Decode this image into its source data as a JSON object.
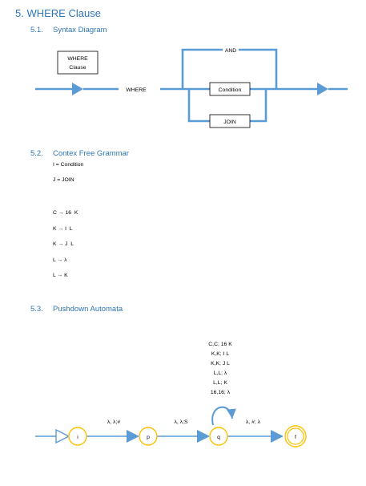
{
  "heading": "5. WHERE Clause",
  "sections": [
    {
      "number": "5.1.",
      "title": "Syntax Diagram"
    },
    {
      "number": "5.2.",
      "title": "Contex Free Grammar"
    },
    {
      "number": "5.3.",
      "title": "Pushdown Automata"
    }
  ],
  "syntax_diagram": {
    "title_box_line1": "WHERE",
    "title_box_line2": "Clause",
    "keyword": "WHERE",
    "and_label": "AND",
    "condition_label": "Condition",
    "join_label": "JOIN",
    "line_color": "#5b9bd5"
  },
  "grammar": {
    "definitions": [
      "I = Condition",
      "J = JOIN"
    ],
    "rules": [
      {
        "lhs": "C",
        "rhs": "16  K"
      },
      {
        "lhs": "K",
        "rhs": "I  L"
      },
      {
        "lhs": "K",
        "rhs": "J  L"
      },
      {
        "lhs": "L",
        "rhs": "λ"
      },
      {
        "lhs": "L",
        "rhs": "K"
      }
    ],
    "arrow": "→"
  },
  "automaton": {
    "states": [
      "i",
      "p",
      "q",
      "f"
    ],
    "transitions": [
      {
        "from": "i",
        "to": "p",
        "label": "λ, λ;#"
      },
      {
        "from": "p",
        "to": "q",
        "label": "λ, λ;S"
      },
      {
        "from": "q",
        "to": "f",
        "label": "λ, #; λ"
      }
    ],
    "loop_labels": [
      "C,C; 16 K",
      "K,K; I L",
      "K,K; J L",
      "L,L; λ",
      "L,L; K",
      "16,16; λ"
    ],
    "state_border_color": "#ffc000",
    "arrow_color": "#5b9bd5"
  }
}
